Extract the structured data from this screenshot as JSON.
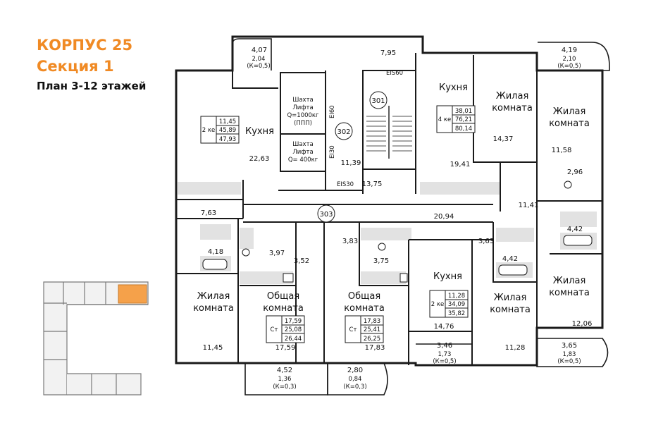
{
  "header": {
    "building": "КОРПУС 25",
    "section": "Секция 1",
    "plan": "План 3-12 этажей"
  },
  "colors": {
    "accent": "#f08a24",
    "wall": "#1a1a1a",
    "wet": "#dcdcdc",
    "highlight": "#f5a14a"
  },
  "rooms": {
    "kitchen_l": "Кухня",
    "kitchen_c": "Кухня",
    "kitchen_b": "Кухня",
    "living_tr1_a": "Жилая",
    "living_tr1_b": "комната",
    "living_tr2_a": "Жилая",
    "living_tr2_b": "комната",
    "living_bl_a": "Жилая",
    "living_bl_b": "комната",
    "living_br1_a": "Жилая",
    "living_br1_b": "комната",
    "living_br2_a": "Жилая",
    "living_br2_b": "комната",
    "common1_a": "Общая",
    "common1_b": "комната",
    "common2_a": "Общая",
    "common2_b": "комната"
  },
  "areas": {
    "a1": "4,07",
    "a2": "2,04",
    "a3": "(К=0,5)",
    "a4": "7,95",
    "a5": "22,63",
    "a6": "11,39",
    "a7": "13,75",
    "a8": "19,41",
    "a9": "14,37",
    "a10": "11,58",
    "a11": "2,96",
    "a12": "4,19",
    "a13": "2,10",
    "a14": "(К=0,5)",
    "a15": "7,63",
    "a16": "20,94",
    "a17": "11,41",
    "a18": "4,42",
    "a19": "4,18",
    "a20": "3,97",
    "a21": "3,52",
    "a22": "3,83",
    "a23": "3,75",
    "a24": "3,63",
    "a25": "4,42",
    "a26": "11,45",
    "a27": "17,59",
    "a28": "17,83",
    "a29": "14,76",
    "a30": "11,28",
    "a31": "12,06",
    "a32": "4,52",
    "a33": "1,36",
    "a34": "(К=0,3)",
    "a35": "2,80",
    "a36": "0,84",
    "a37": "(К=0,3)",
    "a38": "3,46",
    "a39": "1,73",
    "a40": "(К=0,5)",
    "a41": "3,65",
    "a42": "1,83",
    "a43": "(К=0,5)"
  },
  "apartments": {
    "ap1": {
      "type": "2 ке",
      "v1": "11,45",
      "v2": "45,89",
      "v3": "47,93"
    },
    "ap2": {
      "type": "4 ке",
      "v1": "38,01",
      "v2": "76,21",
      "v3": "80,14"
    },
    "ap3": {
      "type": "Ст",
      "v1": "17,59",
      "v2": "25,08",
      "v3": "26,44"
    },
    "ap4": {
      "type": "Ст",
      "v1": "17,83",
      "v2": "25,41",
      "v3": "26,25"
    },
    "ap5": {
      "type": "2 ке",
      "v1": "11,28",
      "v2": "34,09",
      "v3": "35,82"
    }
  },
  "shafts": {
    "s1a": "Шахта",
    "s1b": "Лифта",
    "s1c": "Q=1000кг",
    "s1d": "(ППП)",
    "s2a": "Шахта",
    "s2b": "Лифта",
    "s2c": "Q= 400кг"
  },
  "tags": {
    "t301": "301",
    "t302": "302",
    "t303": "303",
    "ei60a": "EI60",
    "ei60b": "EIS60",
    "ei30a": "EI30",
    "eis30": "EIS30"
  }
}
